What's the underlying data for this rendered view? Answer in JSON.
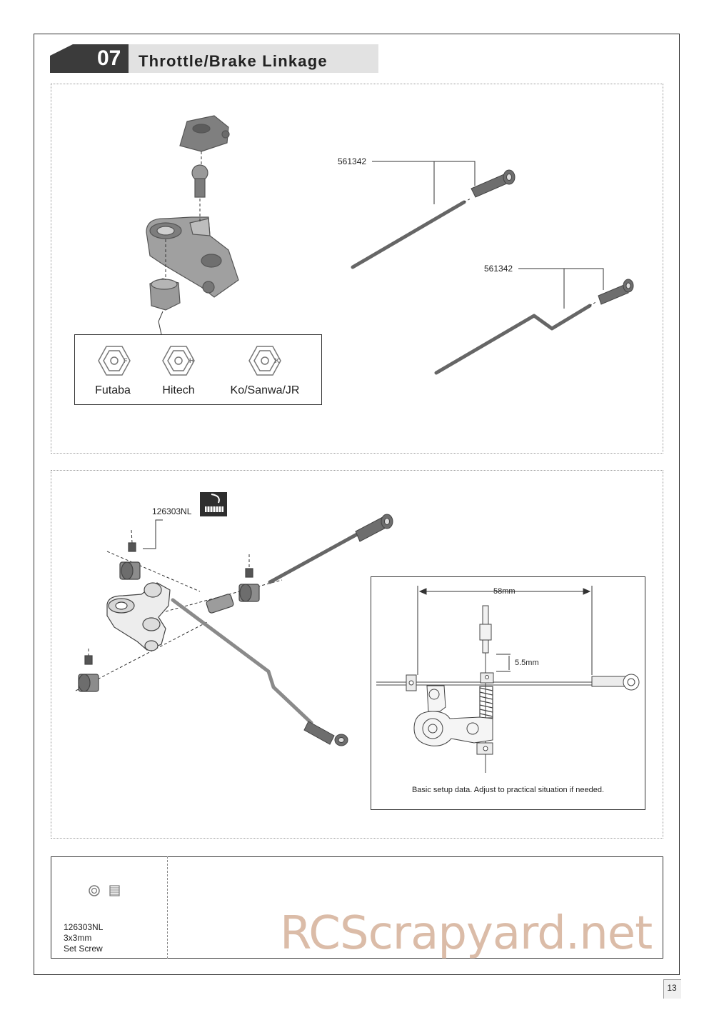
{
  "step": {
    "number": "07",
    "title": "Throttle/Brake Linkage"
  },
  "panel1": {
    "part_label_top": "561342",
    "part_label_bottom": "561342",
    "servo_brands": [
      "Futaba",
      "Hitech",
      "Ko/Sanwa/JR"
    ],
    "servo_marks": [
      "F",
      "H",
      "K"
    ]
  },
  "panel2": {
    "screw_part": "126303NL",
    "setup": {
      "width_dim": "58mm",
      "height_dim": "5.5mm",
      "caption": "Basic setup data. Adjust to practical situation if needed."
    }
  },
  "parts_list": {
    "part_number": "126303NL",
    "size": "3x3mm",
    "name": "Set Screw"
  },
  "watermark": "RCScrapyard.net",
  "page_number": "13"
}
